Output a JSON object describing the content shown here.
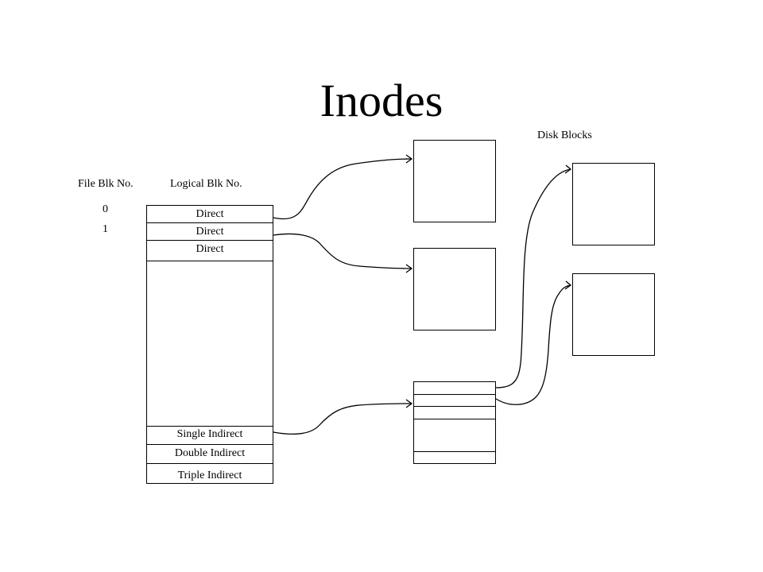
{
  "slide": {
    "title": "Inodes"
  },
  "labels": {
    "file_blk_no": "File Blk No.",
    "logical_blk_no": "Logical Blk No.",
    "disk_blocks": "Disk Blocks"
  },
  "file_block_numbers": [
    "0",
    "1"
  ],
  "inode": {
    "direct_1": "Direct",
    "direct_2": "Direct",
    "direct_3": "Direct",
    "single_indirect": "Single Indirect",
    "double_indirect": "Double Indirect",
    "triple_indirect": "Triple Indirect"
  }
}
